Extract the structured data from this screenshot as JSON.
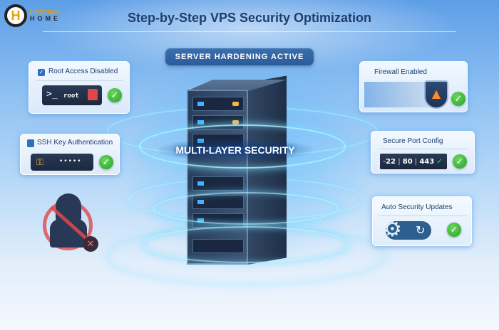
{
  "logo": {
    "mark": "H",
    "line1": "HOSTING",
    "line2": "HOME"
  },
  "title": "Step-by-Step VPS Security Optimization",
  "banner": "SERVER HARDENING ACTIVE",
  "center_label": "MULTI-LAYER SECURITY",
  "cards": {
    "root": {
      "title": "Root Access Disabled",
      "prompt": ">_",
      "user": "root",
      "status": "✓"
    },
    "ssh": {
      "title": "SSH Key Authentication",
      "masked": "•••••",
      "status": "✓"
    },
    "firewall": {
      "title": "Firewall Enabled",
      "status": "✓"
    },
    "ports": {
      "title": "Secure Port Config",
      "ports": [
        "22",
        "80",
        "443"
      ],
      "status": "✓"
    },
    "updates": {
      "title": "Auto Security Updates",
      "status": "✓"
    }
  },
  "threat": {
    "label": "blocked-intruder",
    "status": "✕"
  },
  "colors": {
    "accent": "#2c5b99",
    "check": "#23a02b",
    "title": "#1e3e6e",
    "danger": "#e04848"
  }
}
